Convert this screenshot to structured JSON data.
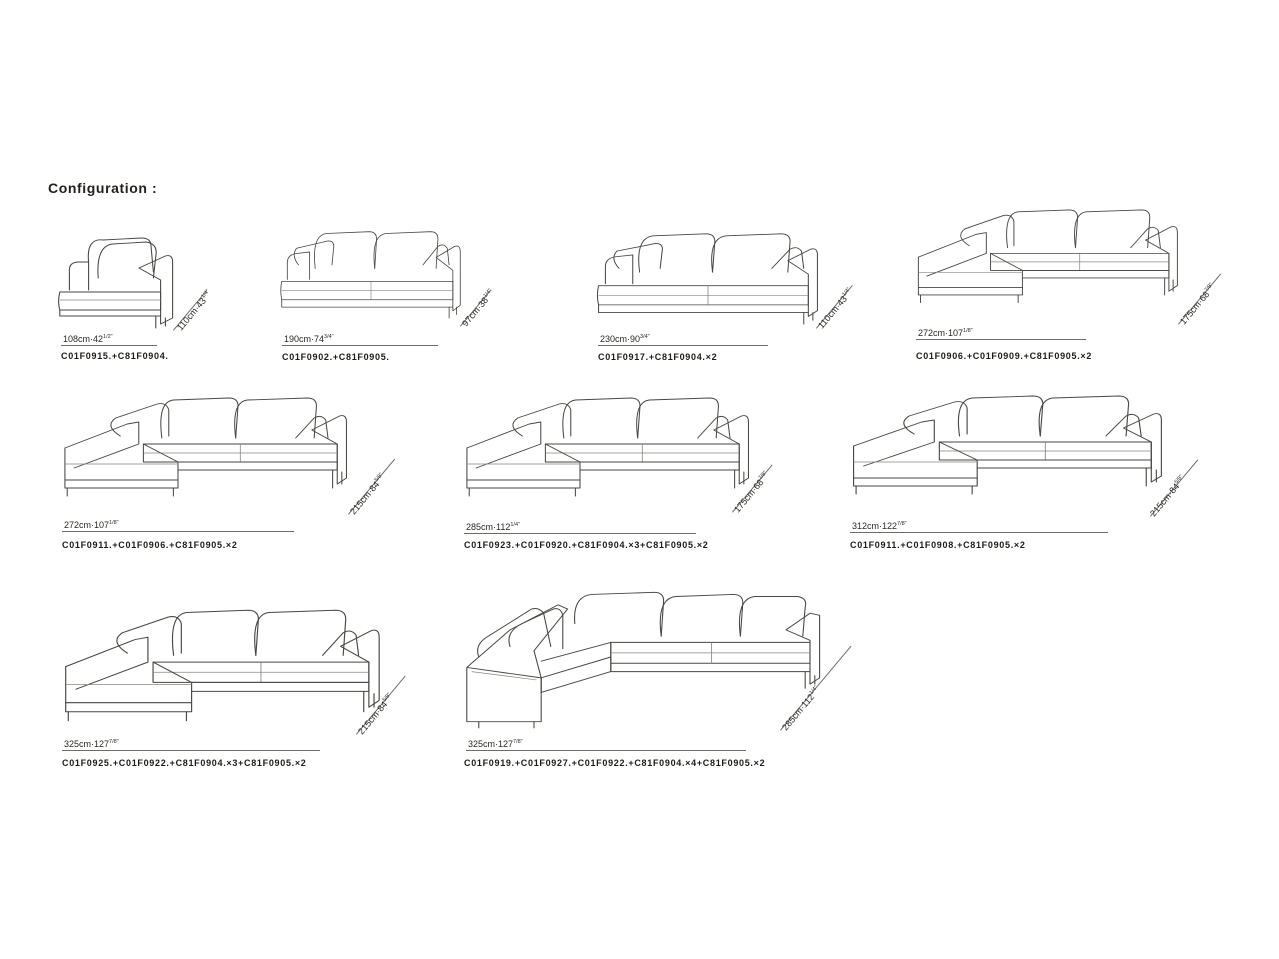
{
  "page": {
    "title": "Configuration :"
  },
  "configurations": [
    {
      "width_text": "108cm·42",
      "width_frac": "1/2\"",
      "depth_text": "110cm·43",
      "depth_frac": "1/4\"",
      "code": "C01F0915.+C81F0904."
    },
    {
      "width_text": "190cm·74",
      "width_frac": "3/4\"",
      "depth_text": "97cm·38",
      "depth_frac": "1/4\"",
      "code": "C01F0902.+C81F0905."
    },
    {
      "width_text": "230cm·90",
      "width_frac": "3/4\"",
      "depth_text": "110cm·43",
      "depth_frac": "1/4\"",
      "code": "C01F0917.+C81F0904.×2"
    },
    {
      "width_text": "272cm·107",
      "width_frac": "1/8\"",
      "depth_text": "175cm·68",
      "depth_frac": "7/8\"",
      "code": "C01F0906.+C01F0909.+C81F0905.×2"
    },
    {
      "width_text": "272cm·107",
      "width_frac": "1/8\"",
      "depth_text": "215cm·84",
      "depth_frac": "5/8\"",
      "code": "C01F0911.+C01F0906.+C81F0905.×2"
    },
    {
      "width_text": "285cm·112",
      "width_frac": "1/4\"",
      "depth_text": "175cm·68",
      "depth_frac": "7/8\"",
      "code": "C01F0923.+C01F0920.+C81F0904.×3+C81F0905.×2"
    },
    {
      "width_text": "312cm·122",
      "width_frac": "7/8\"",
      "depth_text": "215cm·84",
      "depth_frac": "5/8\"",
      "code": "C01F0911.+C01F0908.+C81F0905.×2"
    },
    {
      "width_text": "325cm·127",
      "width_frac": "7/8\"",
      "depth_text": "215cm·84",
      "depth_frac": "5/8\"",
      "code": "C01F0925.+C01F0922.+C81F0904.×3+C81F0905.×2"
    },
    {
      "width_text": "325cm·127",
      "width_frac": "7/8\"",
      "depth_text": "285cm·112",
      "depth_frac": "1/4\"",
      "code": "C01F0919.+C01F0927.+C01F0922.+C81F0904.×4+C81F0905.×2"
    }
  ]
}
